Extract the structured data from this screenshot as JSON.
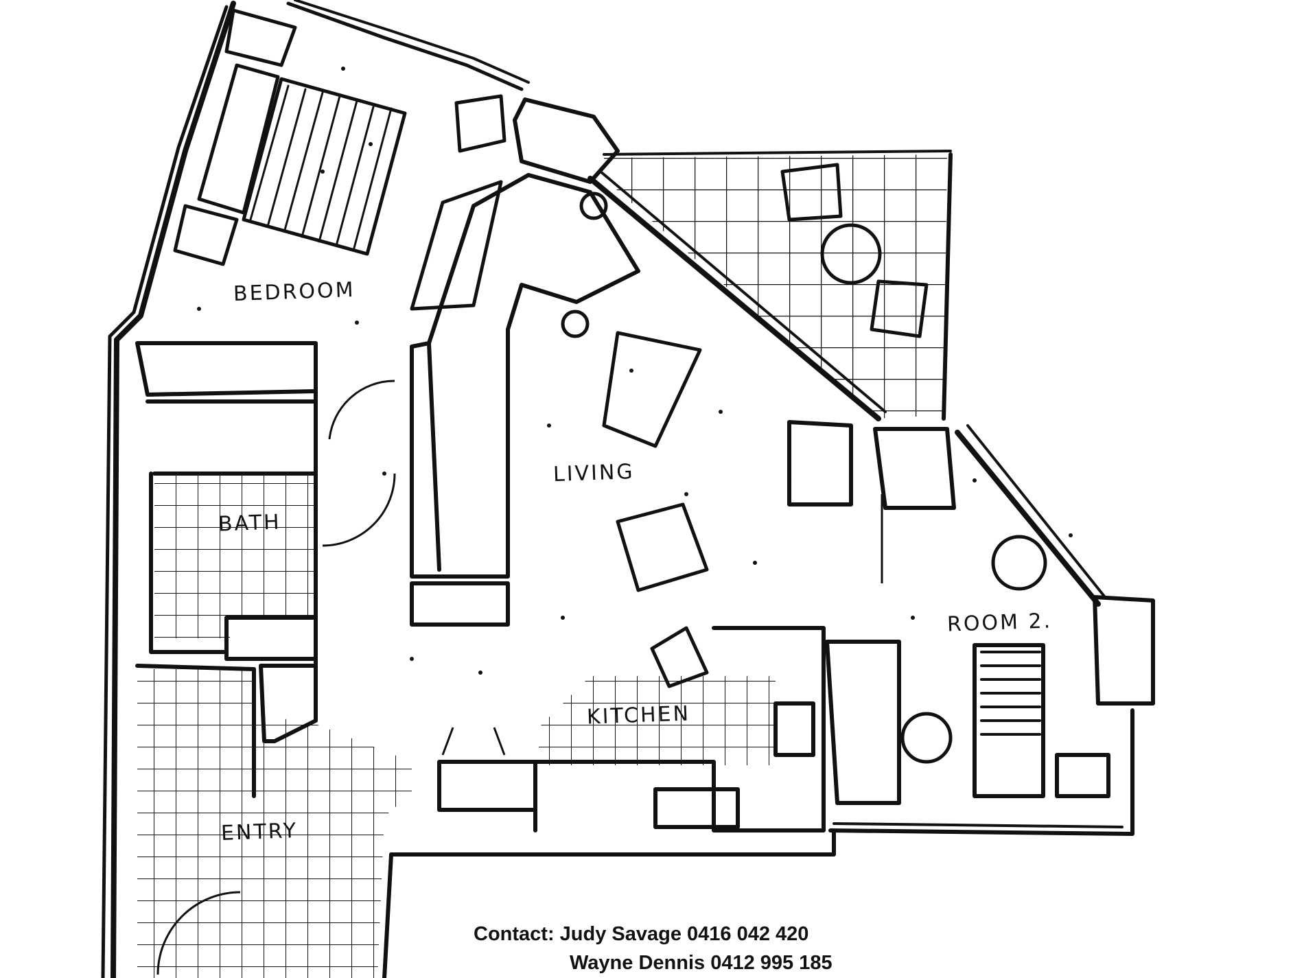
{
  "rooms": {
    "bedroom": "BEDROOM",
    "bath": "BATH",
    "living": "LIVING",
    "room2": "ROOM 2.",
    "kitchen": "KITCHEN",
    "entry": "ENTRY"
  },
  "contact": {
    "line1": "Contact: Judy Savage 0416 042 420",
    "line2": "Wayne Dennis 0412 995 185"
  },
  "colors": {
    "ink": "#111111",
    "paper": "#ffffff"
  }
}
